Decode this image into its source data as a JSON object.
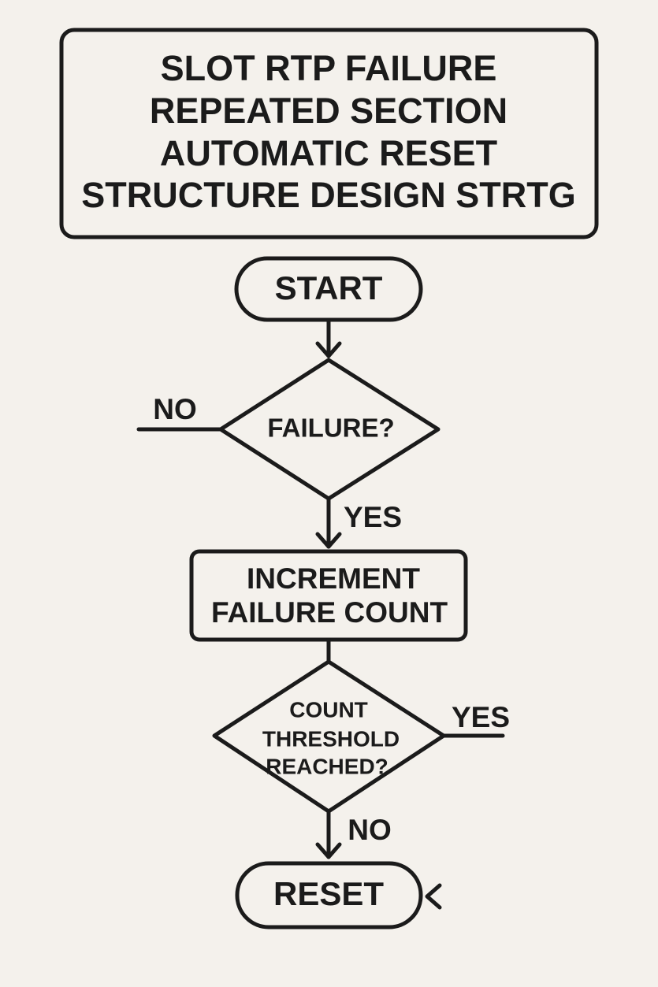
{
  "title": {
    "lines": [
      "SLOT RTP FAILURE",
      "REPEATED SECTION",
      "AUTOMATIC RESET",
      "STRUCTURE DESIGN STRTG"
    ]
  },
  "nodes": {
    "start": "START",
    "failure_check": "FAILURE?",
    "increment": {
      "lines": [
        "INCREMENT",
        "FAILURE COUNT"
      ]
    },
    "threshold_check": {
      "lines": [
        "COUNT",
        "THRESHOLD",
        "REACHED?"
      ]
    },
    "reset": "RESET"
  },
  "edges": {
    "failure_no": "NO",
    "failure_yes": "YES",
    "threshold_yes": "YES",
    "threshold_no": "NO"
  }
}
